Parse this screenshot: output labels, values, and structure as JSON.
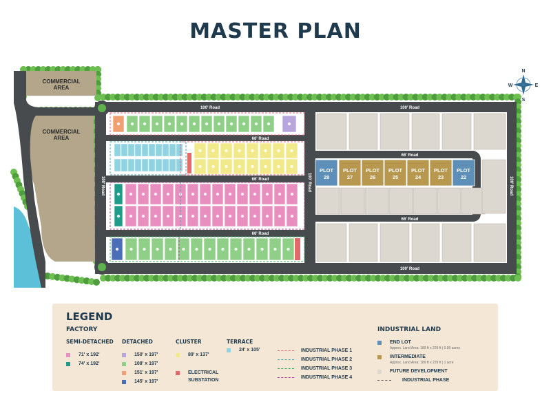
{
  "title": "MASTER PLAN",
  "areas": {
    "commercial_1": [
      "COMMERCIAL",
      "AREA"
    ],
    "commercial_2": [
      "COMMERCIAL",
      "AREA"
    ]
  },
  "roads": {
    "top_left": "100' Road",
    "top_right": "100' Road",
    "left_vertical": "100' Road",
    "middle_vertical": "100' Road",
    "right_vertical": "100' Road",
    "bottom": "100' Road",
    "inner_1": "66' Road",
    "inner_2": "66' Road",
    "inner_3": "66' Road",
    "inner_right_top": "66' Road",
    "inner_right_bottom": "66' Road"
  },
  "compass": {
    "n": "N",
    "s": "S",
    "e": "E",
    "w": "W"
  },
  "plots": [
    {
      "label": "PLOT",
      "number": "28",
      "type": "end"
    },
    {
      "label": "PLOT",
      "number": "27",
      "type": "intermediate"
    },
    {
      "label": "PLOT",
      "number": "26",
      "type": "intermediate"
    },
    {
      "label": "PLOT",
      "number": "25",
      "type": "intermediate"
    },
    {
      "label": "PLOT",
      "number": "24",
      "type": "intermediate"
    },
    {
      "label": "PLOT",
      "number": "23",
      "type": "intermediate"
    },
    {
      "label": "PLOT",
      "number": "22",
      "type": "end"
    }
  ],
  "legend": {
    "title": "LEGEND",
    "factory_heading": "FACTORY",
    "semi_detached": {
      "heading": "SEMI-DETACHED",
      "items": [
        {
          "size": "71' x 192'",
          "color": "#e98fbf"
        },
        {
          "size": "74' x 192'",
          "color": "#1f9b8a"
        }
      ]
    },
    "detached": {
      "heading": "DETACHED",
      "items": [
        {
          "size": "150' x 197'",
          "color": "#b7a6dc"
        },
        {
          "size": "108' x 197'",
          "color": "#8fcf88"
        },
        {
          "size": "151' x 197'",
          "color": "#f0a070"
        },
        {
          "size": "145' x 197'",
          "color": "#4a6fb8"
        }
      ]
    },
    "cluster": {
      "heading": "CLUSTER",
      "items": [
        {
          "size": "89' x 137'",
          "color": "#f2e98a"
        },
        {
          "size": "ELECTRICAL",
          "size2": "SUBSTATION",
          "color": "#e36a6a"
        }
      ]
    },
    "terrace": {
      "heading": "TERRACE",
      "items": [
        {
          "size": "24' x 105'",
          "color": "#8fd3e3"
        }
      ]
    },
    "phases": [
      {
        "label": "INDUSTRIAL PHASE 1",
        "color": "#e8657a"
      },
      {
        "label": "INDUSTRIAL PHASE 2",
        "color": "#49a4a8"
      },
      {
        "label": "INDUSTRIAL PHASE 3",
        "color": "#3aaa5c"
      },
      {
        "label": "INDUSTRIAL PHASE 4",
        "color": "#b04a8c"
      }
    ],
    "industrial_land": {
      "heading": "INDUSTRIAL LAND",
      "end_lot": "END LOT",
      "end_lot_note": "Approx. Land Area: 189 ft x 229 ft | 0.99 acres",
      "intermediate": "INTERMEDIATE",
      "intermediate_note": "Approx. Land Area: 189 ft x 229 ft | 1 acre",
      "future": "FUTURE DEVELOPMENT",
      "phase": "INDUSTRIAL PHASE",
      "end_color": "#5d8fb8",
      "intermediate_color": "#b8974f",
      "future_color": "#dcd7cf"
    }
  }
}
